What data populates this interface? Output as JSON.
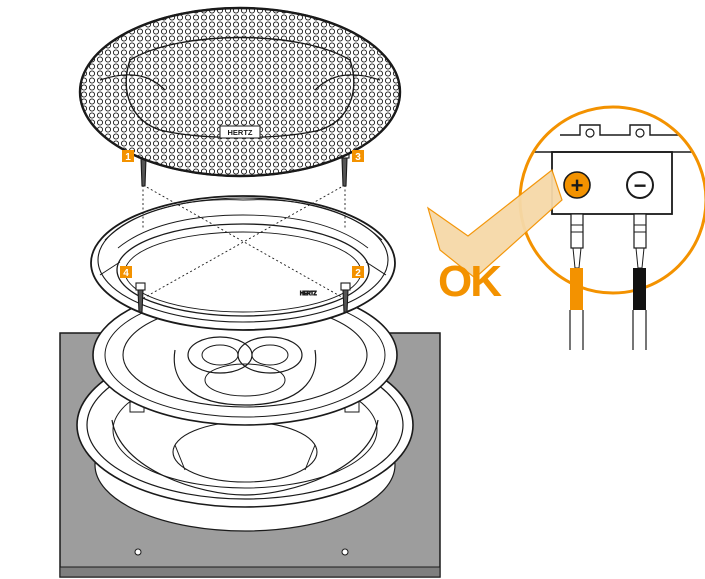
{
  "brand": {
    "label": "HERTZ"
  },
  "screw_labels": [
    "1",
    "2",
    "3",
    "4"
  ],
  "terminals": {
    "positive": "+",
    "negative": "−"
  },
  "status": {
    "label": "OK"
  },
  "colors": {
    "accent_orange": "#f39200",
    "check_fill": "#f6d9a8",
    "panel_gray": "#9d9d9d",
    "line_black": "#1a1a1a",
    "wire_black": "#111111"
  },
  "icons": {
    "checkmark": "checkmark-icon",
    "plus": "plus-terminal-icon",
    "minus": "minus-terminal-icon"
  }
}
